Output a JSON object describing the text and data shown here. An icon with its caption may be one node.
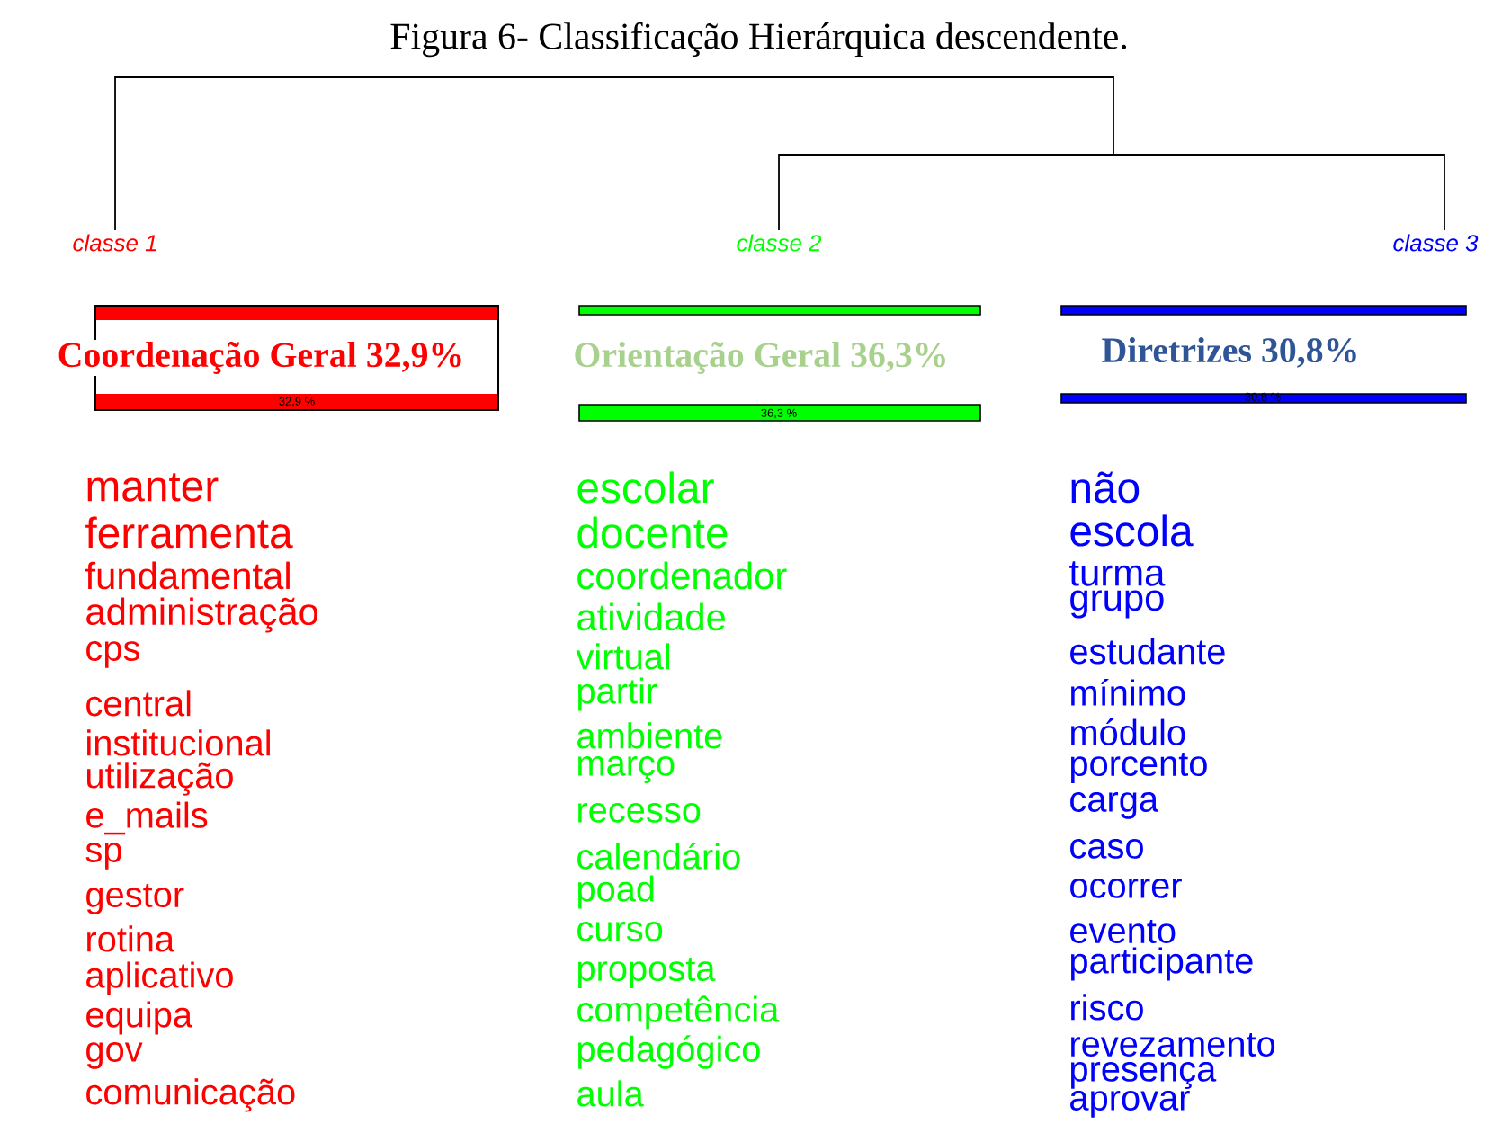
{
  "diagram": {
    "title": "Figura 6- Classificação Hierárquica descendente.",
    "nodes": [
      {
        "text": [
          "Coordenação Geral 32,9%"
        ],
        "beside": [
          "manter",
          "ferramenta",
          "fundamental",
          "administração",
          "cps",
          "central",
          "institucional",
          "utilização",
          "e_mails",
          "sp",
          "gestor",
          "rotina",
          "aplicativo",
          "equipa",
          "gov",
          "comunicação"
        ]
      },
      {
        "text": [
          "Orientação Geral 36,3%"
        ],
        "beside": [
          "escolar",
          "docente",
          "coordenador",
          "atividade",
          "virtual",
          "partir",
          "ambiente",
          "março",
          "recesso",
          "calendário",
          "poad",
          "curso",
          "proposta",
          "competência",
          "pedagógico",
          "aula"
        ]
      },
      {
        "text": [
          "Diretrizes 30,8%"
        ],
        "beside": [
          "não",
          "escola",
          "turma",
          "grupo",
          "estudante",
          "mínimo",
          "módulo",
          "porcento",
          "carga",
          "caso",
          "ocorrer",
          "evento",
          "participante",
          "risco",
          "revezamento",
          "presença",
          "aprovar"
        ]
      }
    ],
    "labels": [
      "classe  1",
      "classe  2",
      "classe  3",
      "32,9 %",
      "36,3 %",
      "30,8 %"
    ]
  }
}
